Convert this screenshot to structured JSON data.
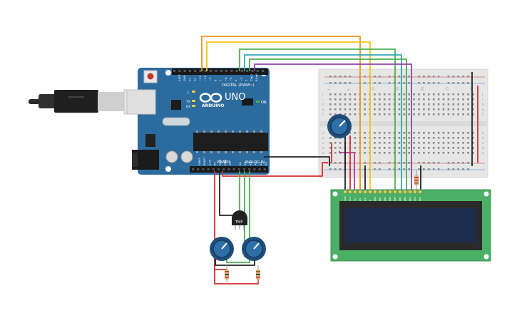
{
  "arduino": {
    "brand": "ARDUINO",
    "model": "UNO",
    "digital_header": "DIGITAL (PWM~)",
    "analog_header": "ANALOG IN",
    "power_header": "POWER",
    "led_on": "ON",
    "led_l": "L",
    "led_tx": "TX",
    "led_rx": "RX",
    "digital_pins": [
      "AREF",
      "GND",
      "13",
      "12",
      "~11",
      "~10",
      "~9",
      "8",
      "7",
      "~6",
      "~5",
      "4",
      "~3",
      "2",
      "TX►1",
      "RX◄0"
    ],
    "power_pins": [
      "IOREF",
      "RESET",
      "3.3V",
      "5V",
      "GND",
      "GND",
      "Vin"
    ],
    "analog_pins": [
      "A0",
      "A1",
      "A2",
      "A3",
      "A4",
      "A5"
    ]
  },
  "components": {
    "temp_sensor_label": "TMP",
    "lcd_pins": [
      "GND",
      "VCC",
      "V0",
      "RS",
      "RW",
      "E",
      "DB0",
      "DB1",
      "DB2",
      "DB3",
      "DB4",
      "DB5",
      "DB6",
      "DB7",
      "LED",
      "LED"
    ]
  },
  "breadboard": {
    "column_labels": [
      "1",
      "5",
      "10",
      "15",
      "20",
      "25",
      "30"
    ],
    "row_labels_top": [
      "j",
      "i",
      "h",
      "g",
      "f"
    ],
    "row_labels_bottom": [
      "e",
      "d",
      "c",
      "b",
      "a"
    ]
  },
  "colors": {
    "board_blue": "#2c6b9e",
    "breadboard": "#e6e6e6",
    "lcd_pcb": "#4caf66",
    "lcd_screen": "#1e2d4d",
    "wire_orange": "#e8961e",
    "wire_yellow": "#f0c419",
    "wire_green": "#4caf50",
    "wire_teal": "#30a8b0",
    "wire_purple": "#8e44ad",
    "wire_red": "#d32f2f",
    "wire_black": "#222222",
    "wire_pink": "#c2378a"
  }
}
